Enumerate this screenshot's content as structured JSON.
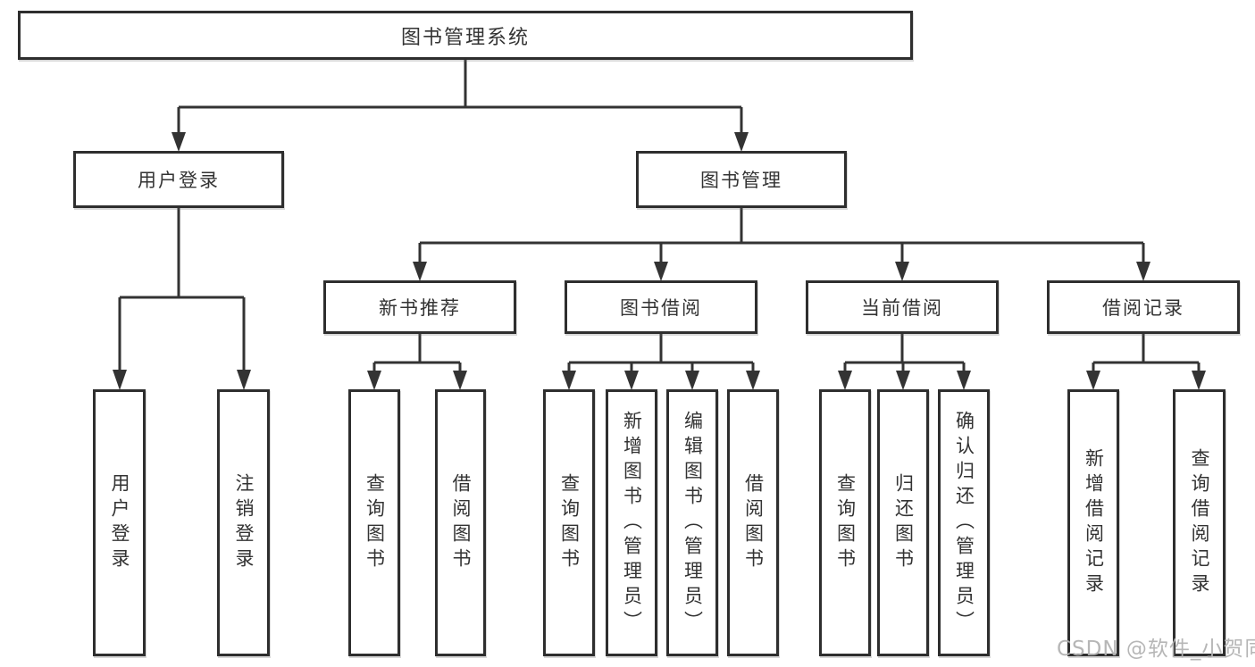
{
  "diagram": {
    "title": "图书管理系统",
    "root": {
      "label": "图书管理系统"
    },
    "level2": {
      "user_login": {
        "label": "用户登录"
      },
      "book_management": {
        "label": "图书管理"
      }
    },
    "level3": {
      "new_book_recommend": {
        "label": "新书推荐"
      },
      "book_borrow": {
        "label": "图书借阅"
      },
      "current_borrow": {
        "label": "当前借阅"
      },
      "borrow_records": {
        "label": "借阅记录"
      }
    },
    "leaves": {
      "user_login": [
        "用户登录",
        "注销登录"
      ],
      "new_book_recommend": [
        "查询图书",
        "借阅图书"
      ],
      "book_borrow": [
        "查询图书",
        "新增图书（管理员）",
        "编辑图书（管理员）",
        "借阅图书"
      ],
      "current_borrow": [
        "查询图书",
        "归还图书",
        "确认归还（管理员）"
      ],
      "borrow_records": [
        "新增借阅记录",
        "查询借阅记录"
      ]
    }
  },
  "watermark": "CSDN @软件_小贺同学",
  "colors": {
    "line": "#333333",
    "box_border": "#2e2e2e",
    "box_fill": "#ffffff",
    "text": "#333333",
    "watermark": "#b2b2b2"
  }
}
